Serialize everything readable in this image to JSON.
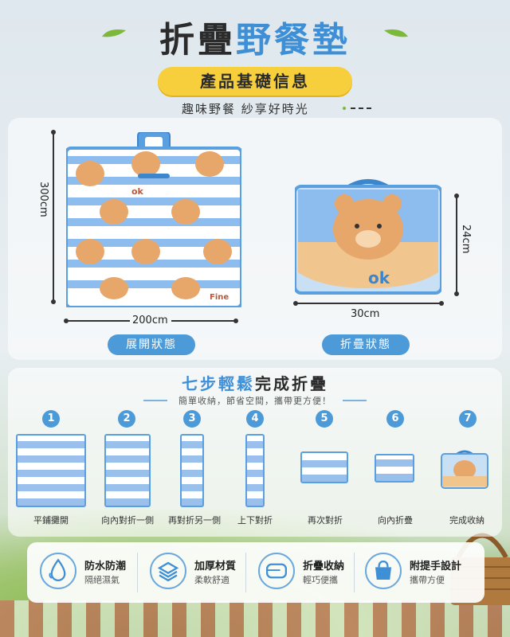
{
  "header": {
    "title_part1": "折疊",
    "title_part2": "野餐墊",
    "badge": "產品基礎信息",
    "tagline": "趣味野餐 紗享好時光"
  },
  "dimensions": {
    "open_height": "300cm",
    "open_width": "200cm",
    "fold_height": "24cm",
    "fold_width": "30cm"
  },
  "states": {
    "open": "展開狀態",
    "folded": "折疊狀態"
  },
  "mat_text": {
    "ok": "ok",
    "fine": "Fine"
  },
  "steps": {
    "title_highlight": "七步輕鬆",
    "title_rest": "完成折疊",
    "subtitle": "簡單收納，節省空間，攜帶更方便！",
    "items": [
      {
        "num": "1",
        "label": "平鋪攤開"
      },
      {
        "num": "2",
        "label": "向內對折一側"
      },
      {
        "num": "3",
        "label": "再對折另一側"
      },
      {
        "num": "4",
        "label": "上下對折"
      },
      {
        "num": "5",
        "label": "再次對折"
      },
      {
        "num": "6",
        "label": "向內折疊"
      },
      {
        "num": "7",
        "label": "完成收納"
      }
    ]
  },
  "features": [
    {
      "title": "防水防潮",
      "sub": "隔絕濕氣",
      "icon": "water-drop-icon"
    },
    {
      "title": "加厚材質",
      "sub": "柔軟舒適",
      "icon": "layers-icon"
    },
    {
      "title": "折疊收納",
      "sub": "輕巧便攜",
      "icon": "folded-mat-icon"
    },
    {
      "title": "附提手設計",
      "sub": "攜帶方便",
      "icon": "handbag-icon"
    }
  ],
  "colors": {
    "accent_blue": "#3f8fd6",
    "badge_yellow": "#f7cf3d",
    "pill_blue": "#4d9ad9"
  }
}
